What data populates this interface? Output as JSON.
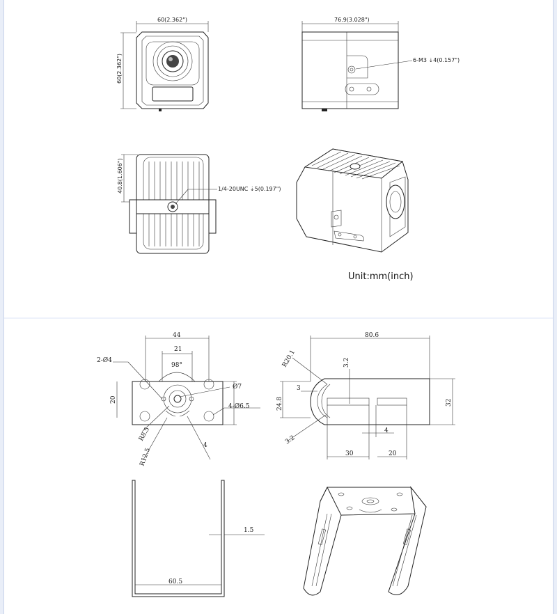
{
  "unit_label": "Unit:mm(inch)",
  "camera": {
    "front_width": "60(2.362\")",
    "front_height": "60(2.362\")",
    "side_depth": "76.9(3.028\")",
    "side_holes": "6-M3 ⇣4(0.157\")",
    "bottom_height": "40.8(1.606\")",
    "tripod_thread": "1/4-20UNC ⇣5(0.197\")"
  },
  "bracket": {
    "spacing_outer": "44",
    "spacing_inner": "21",
    "angle": "98°",
    "slot_holes": "2-Ø4",
    "center_hole": "Ø7",
    "corner_holes": "4-Ø6.5",
    "base_width": "20",
    "r_inner": "R8.5",
    "r_outer": "R12.5",
    "slot_offset": "4",
    "total_length": "80.6",
    "bend_radius": "R20.1",
    "top_offset": "3.2",
    "slot_width": "3",
    "slot_span": "24.8",
    "height": "32",
    "corner_offset": "3.2",
    "gap": "4",
    "slot_len_a": "30",
    "slot_len_b": "20",
    "thickness": "1.5",
    "inner_width": "60.5"
  }
}
